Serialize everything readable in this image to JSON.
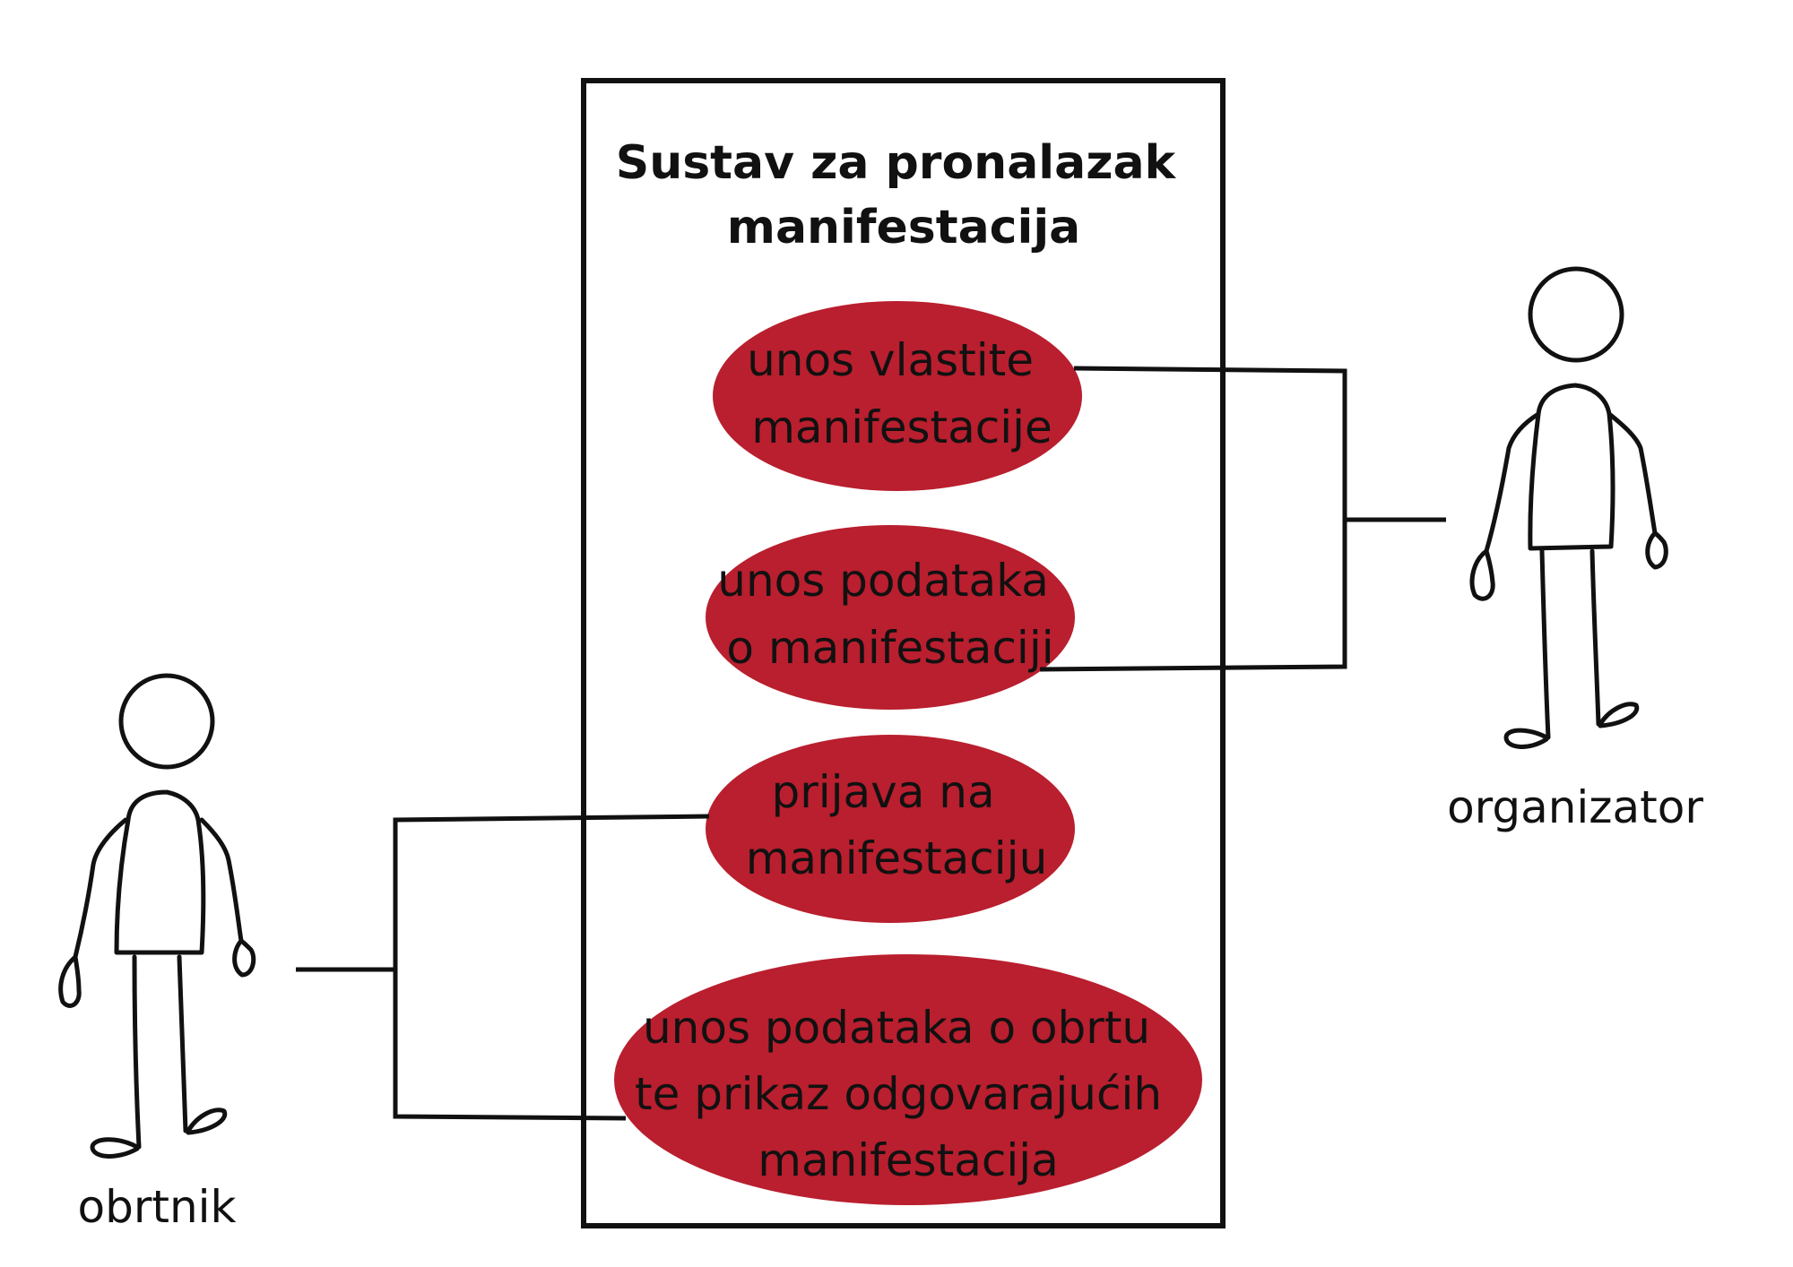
{
  "system": {
    "title_line1": "Sustav za pronalazak",
    "title_line2": "manifestacija"
  },
  "use_cases": [
    {
      "lines": [
        "unos vlastite",
        "manifestacije"
      ]
    },
    {
      "lines": [
        "unos podataka",
        "o manifestaciji"
      ]
    },
    {
      "lines": [
        "prijava na",
        "manifestaciju"
      ]
    },
    {
      "lines": [
        "unos podataka o obrtu",
        "te prikaz odgovarajućih",
        "manifestacija"
      ]
    }
  ],
  "actors": {
    "left": {
      "name": "obrtnik"
    },
    "right": {
      "name": "organizator"
    }
  },
  "colors": {
    "use_case_fill": "#B91F2E",
    "line": "#111111",
    "background": "#FFFFFF"
  }
}
